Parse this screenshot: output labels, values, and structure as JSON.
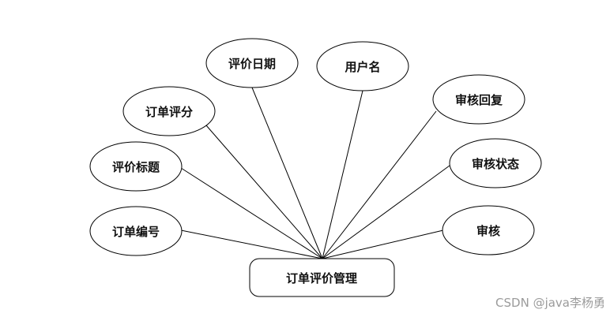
{
  "diagram": {
    "center": {
      "label": "订单评价管理"
    },
    "attributes": [
      {
        "id": "order-number",
        "label": "订单编号"
      },
      {
        "id": "review-title",
        "label": "评价标题"
      },
      {
        "id": "order-rating",
        "label": "订单评分"
      },
      {
        "id": "review-date",
        "label": "评价日期"
      },
      {
        "id": "username",
        "label": "用户名"
      },
      {
        "id": "review-reply",
        "label": "审核回复"
      },
      {
        "id": "review-status",
        "label": "审核状态"
      },
      {
        "id": "audit",
        "label": "审核"
      }
    ],
    "colors": {
      "stroke": "#000000",
      "text": "#111111",
      "watermark": "#8a8a8a"
    }
  },
  "watermark": "CSDN @java李杨勇"
}
